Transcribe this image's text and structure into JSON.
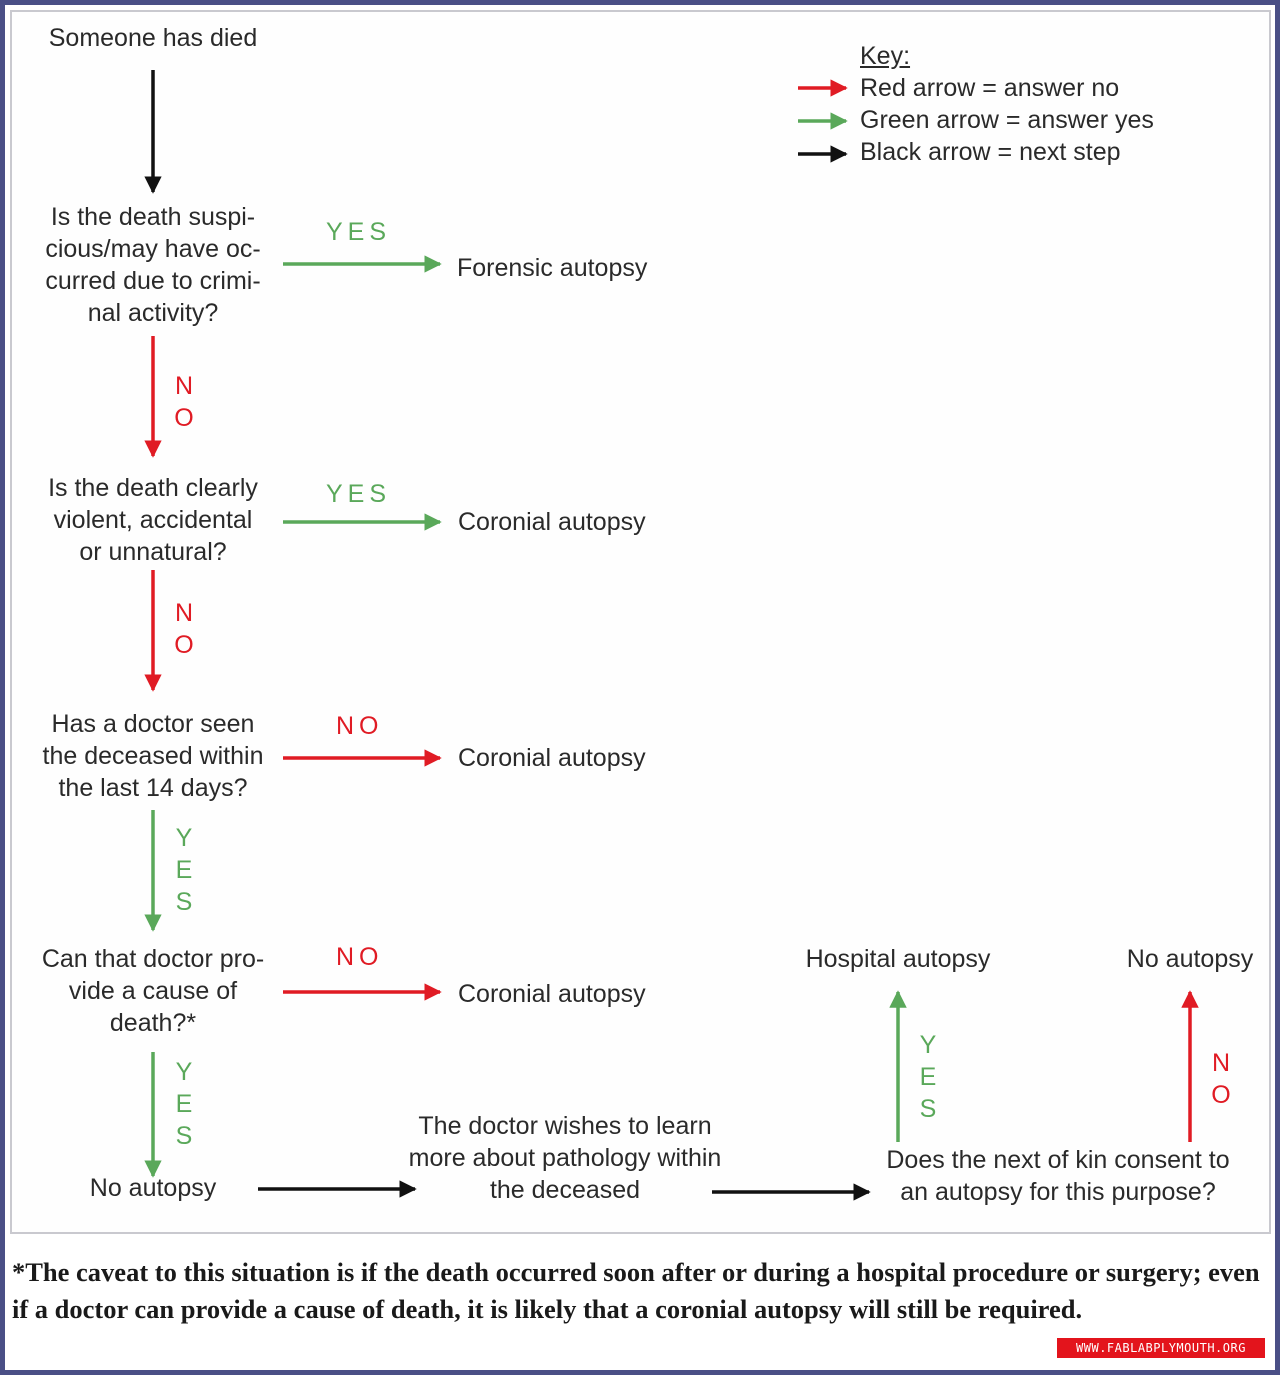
{
  "key": {
    "title": "Key:",
    "items": [
      {
        "label": "Red arrow = answer no",
        "color": "#e01b24"
      },
      {
        "label": "Green arrow = answer yes",
        "color": "#5aa85a"
      },
      {
        "label": "Black arrow = next step",
        "color": "#111111"
      }
    ]
  },
  "nodes": {
    "start": "Someone has died",
    "q_suspicious": "Is the death suspi-\ncious/may have oc-\ncurred due to crimi-\nnal activity?",
    "forensic": "Forensic autopsy",
    "q_violent": "Is the death clearly\nviolent, accidental\nor unnatural?",
    "coronial_1": "Coronial autopsy",
    "q_doctor_seen": "Has a doctor seen\nthe deceased within\nthe last 14 days?",
    "coronial_2": "Coronial autopsy",
    "q_cause": "Can that doctor pro-\nvide a cause of\ndeath?*",
    "coronial_3": "Coronial autopsy",
    "no_autopsy_left": "No autopsy",
    "learn_more": "The doctor wishes to learn\nmore about pathology within\nthe deceased",
    "q_consent": "Does the next of kin consent to\nan autopsy for this purpose?",
    "hospital": "Hospital autopsy",
    "no_autopsy_right": "No autopsy"
  },
  "labels": {
    "yes": "YES",
    "no": "NO"
  },
  "colors": {
    "no_arrow": "#e01b24",
    "yes_arrow": "#5aa85a",
    "next_arrow": "#111111",
    "frame": "#4a4f86"
  },
  "footnote": "*The caveat to this situation is if the death occurred soon after or during a hospital procedure or surgery; even if a doctor can provide a cause of death, it is likely that a coronial autopsy will still be required.",
  "watermark": "WWW.FABLABPLYMOUTH.ORG"
}
